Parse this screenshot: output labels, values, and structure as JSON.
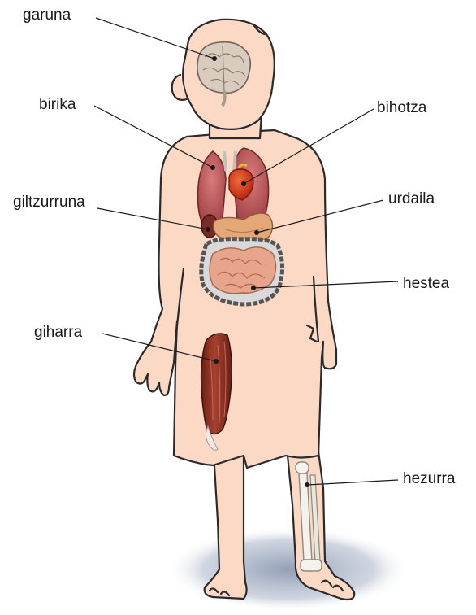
{
  "figure": {
    "labels": {
      "brain": "garuna",
      "lung": "birika",
      "heart": "bihotza",
      "kidney": "giltzurruna",
      "stomach": "urdaila",
      "intestine": "hestea",
      "muscle": "giharra",
      "bone": "hezurra"
    }
  },
  "colors": {
    "skin": "#fbd9c4",
    "outline": "#2a2a2a",
    "lung": "#c25a5e",
    "heart": "#d8321c",
    "kidney": "#7a2a26",
    "stomach": "#e4a878",
    "intestine": "#b5b7b6",
    "brain": "#d9ccbf",
    "muscle": "#8b2f22",
    "bone": "#f4f2ea",
    "shadow": "#9aa6bd"
  },
  "icons": [
    "human-figure",
    "brain-organ",
    "lungs-organ",
    "heart-organ",
    "kidney-organ",
    "stomach-organ",
    "intestine-organ",
    "thigh-muscle",
    "leg-bone"
  ]
}
